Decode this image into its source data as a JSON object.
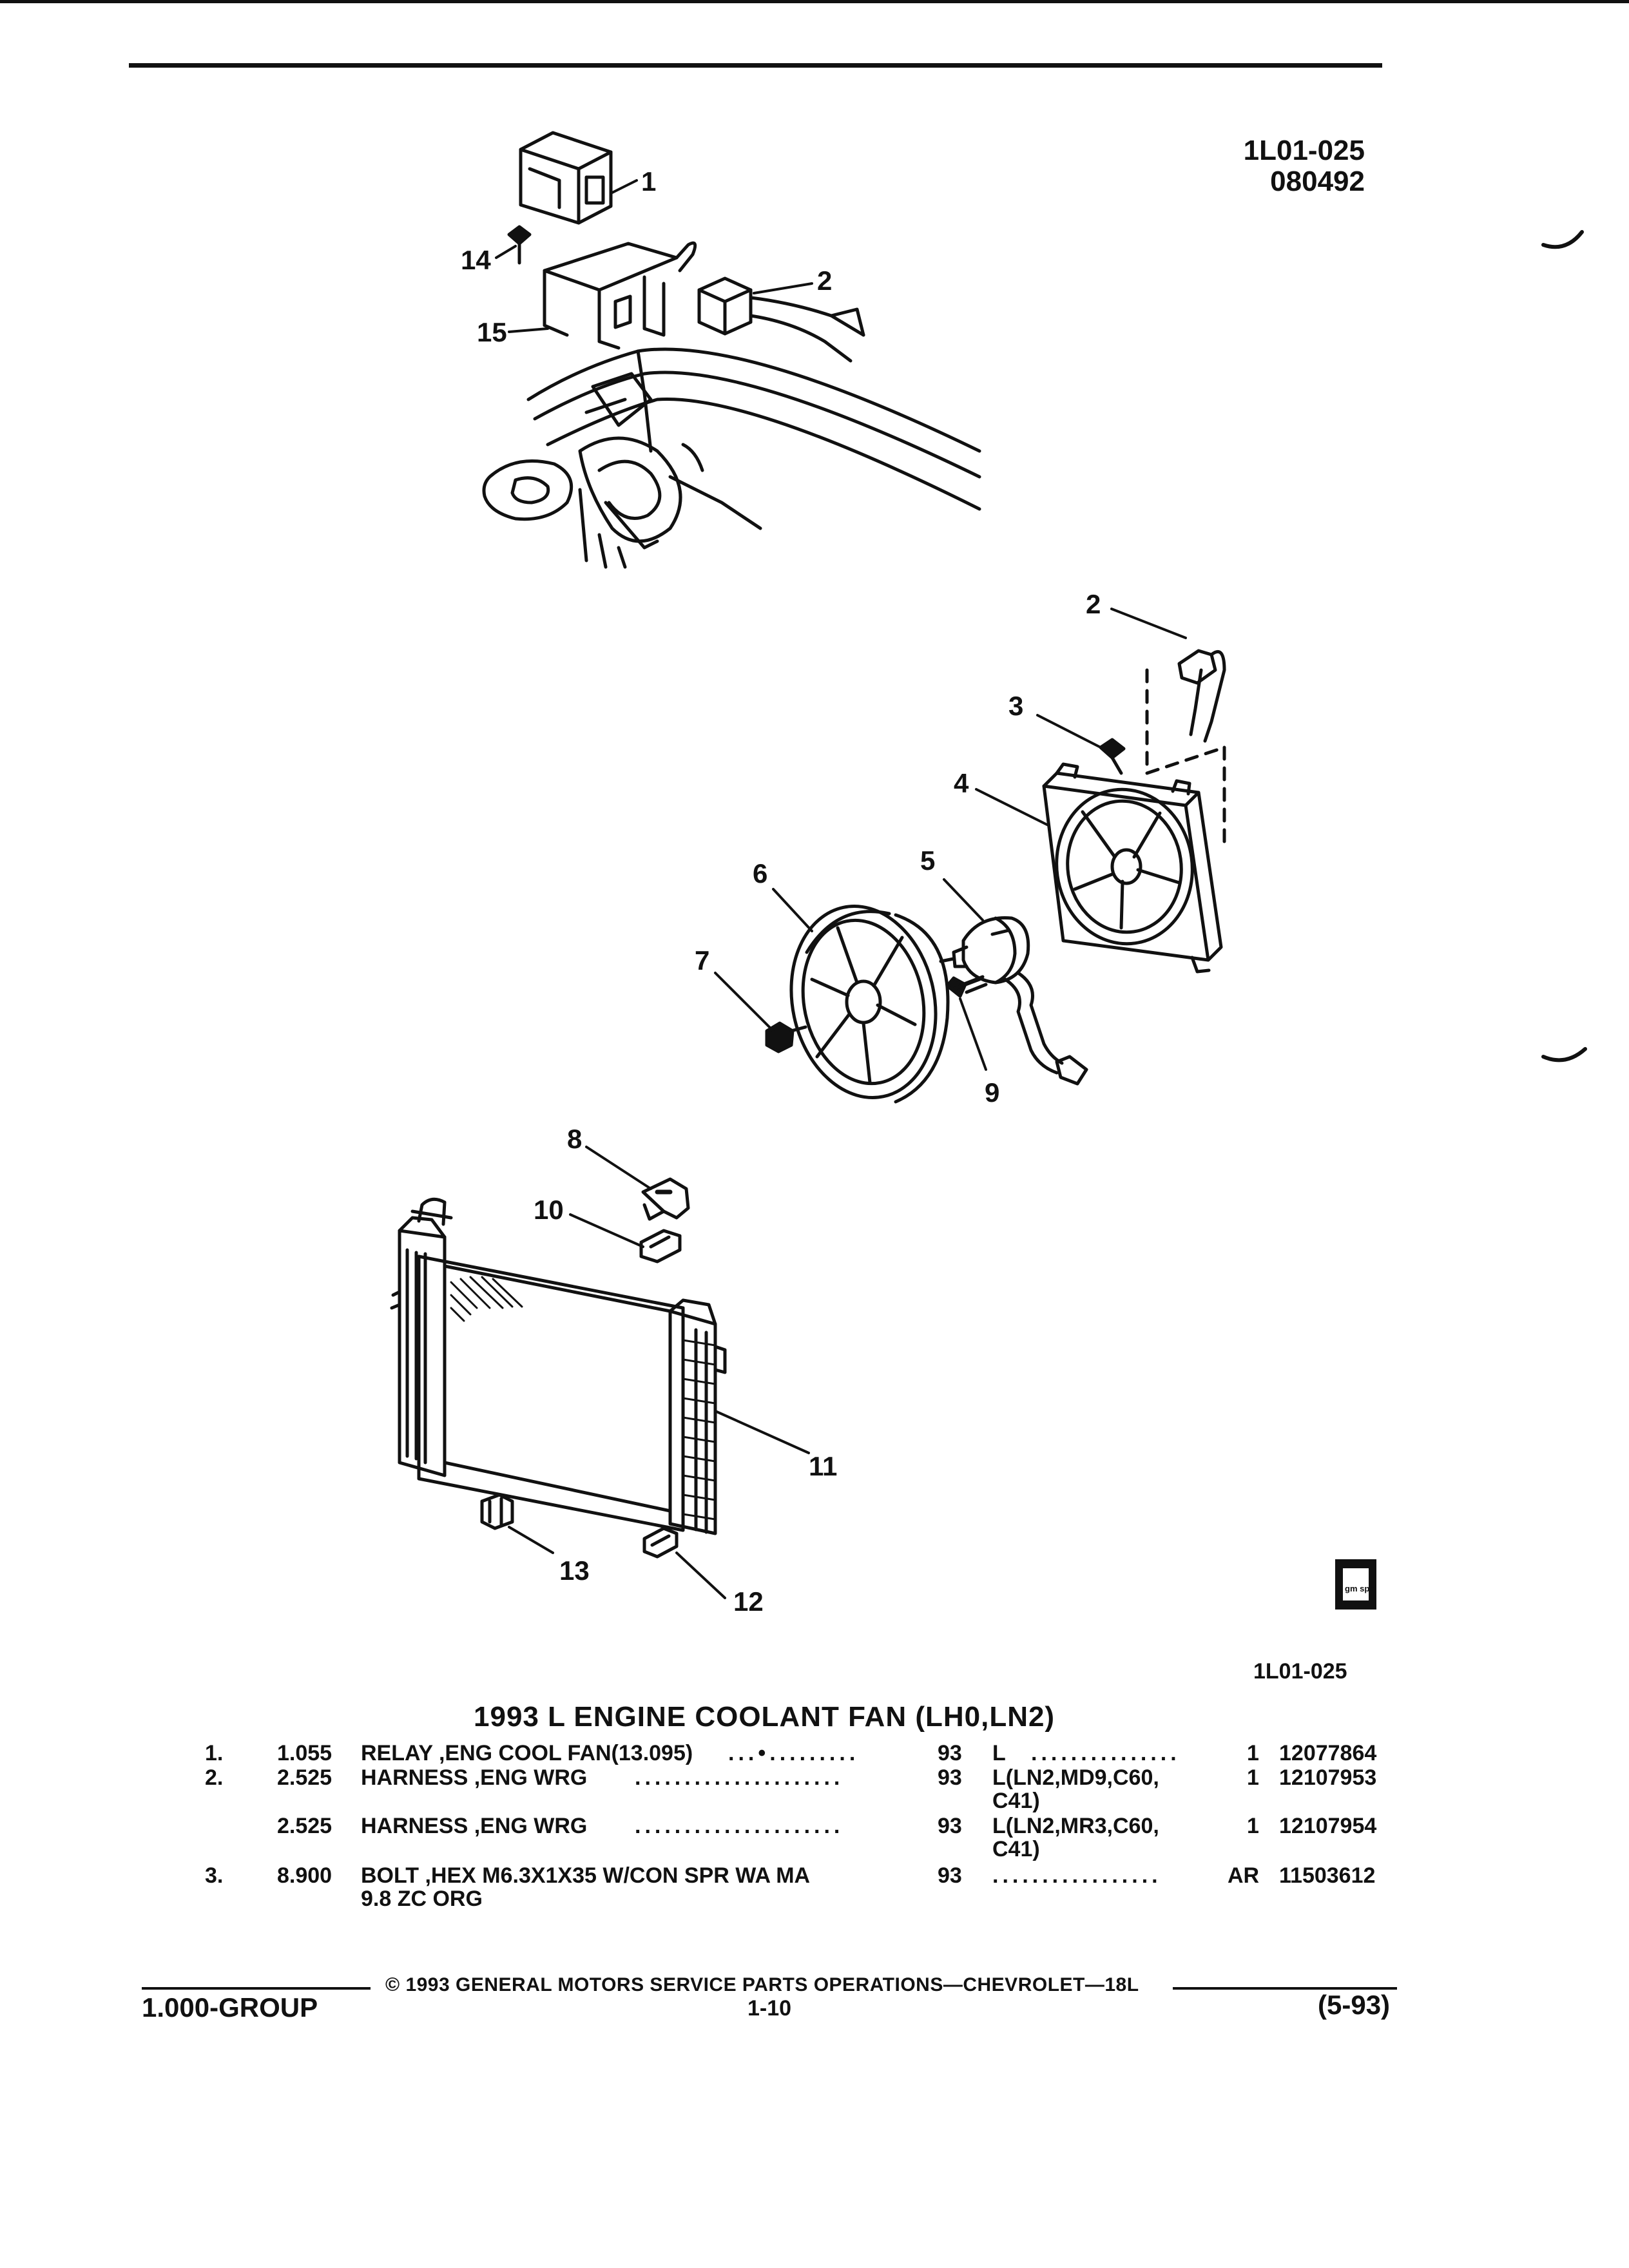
{
  "header": {
    "illustration_code": "1L01-025",
    "date_code": "080492"
  },
  "diagram": {
    "callouts": [
      "1",
      "14",
      "2",
      "15",
      "2",
      "3",
      "4",
      "5",
      "6",
      "7",
      "9",
      "8",
      "10",
      "11",
      "13",
      "12"
    ],
    "logo_text": "gm spo"
  },
  "section": {
    "illustration_ref": "1L01-025",
    "title": "1993 L ENGINE COOLANT FAN (LH0,LN2)"
  },
  "parts": [
    {
      "item": "1.",
      "group": "1.055",
      "desc": "RELAY ,ENG COOL FAN(13.095)",
      "leader": "...•.........",
      "year": "93",
      "usage": "L",
      "usage_leader": "...............",
      "qty": "1",
      "part_no": "12077864"
    },
    {
      "item": "2.",
      "group": "2.525",
      "desc": "HARNESS ,ENG WRG",
      "leader": ".....................",
      "year": "93",
      "usage": "L(LN2,MD9,C60,",
      "usage_line2": "C41)",
      "qty": "1",
      "part_no": "12107953"
    },
    {
      "item": "",
      "group": "2.525",
      "desc": "HARNESS ,ENG WRG",
      "leader": ".....................",
      "year": "93",
      "usage": "L(LN2,MR3,C60,",
      "usage_line2": "C41)",
      "qty": "1",
      "part_no": "12107954"
    },
    {
      "item": "3.",
      "group": "8.900",
      "desc": "BOLT ,HEX M6.3X1X35 W/CON SPR WA MA",
      "desc_line2": "9.8 ZC ORG",
      "year": "93",
      "usage": "",
      "usage_leader": ".................",
      "qty": "AR",
      "part_no": "11503612"
    }
  ],
  "footer": {
    "copyright": "© 1993 GENERAL MOTORS SERVICE PARTS OPERATIONS—CHEVROLET—18L",
    "group": "1.000-GROUP",
    "page": "1-10",
    "revision": "(5-93)"
  }
}
